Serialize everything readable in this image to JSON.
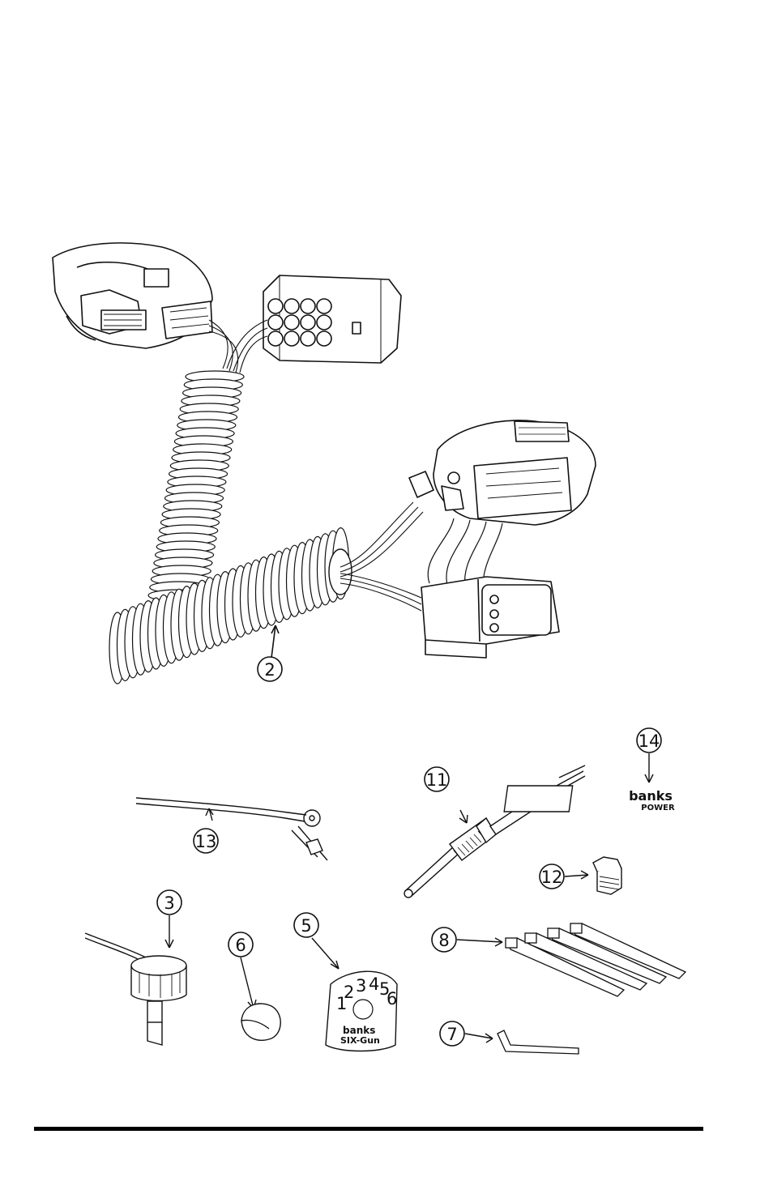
{
  "callouts": {
    "wiring_harness": "2",
    "selector_switch": "3",
    "dial_face_plate": "5",
    "switch_knob": "6",
    "allen_wrench": "7",
    "cable_ties": "8",
    "thermocouple_probe": "11",
    "compression_fitting": "12",
    "ground_wire": "13",
    "banks_decal": "14"
  },
  "decal_logo_text": {
    "line1": "banks",
    "line2": "POWER"
  },
  "dial_plate": {
    "numbers": [
      "1",
      "2",
      "3",
      "4",
      "5",
      "6"
    ],
    "logo_line1": "banks",
    "logo_line2": "SIX-Gun"
  }
}
